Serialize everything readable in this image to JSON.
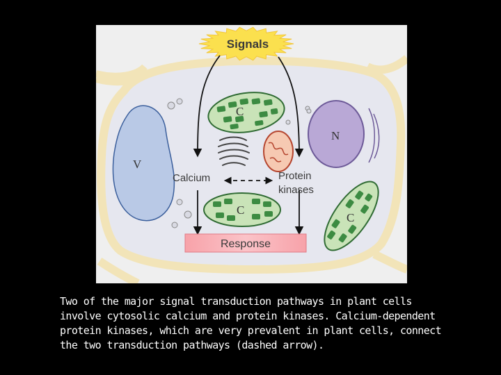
{
  "figure": {
    "signals_label": "Signals",
    "calcium_label": "Calcium",
    "protein_kinases_label_line1": "Protein",
    "protein_kinases_label_line2": "kinases",
    "response_label": "Response",
    "vacuole_label": "V",
    "nucleus_label": "N",
    "chloroplast_label": "C",
    "colors": {
      "cell_wall": "#f2e4b8",
      "cytoplasm": "#e6e7ef",
      "vacuole": "#b9c9e6",
      "nucleus": "#b9a8d6",
      "chloroplast": "#57a85a",
      "mitochondrion": "#f6c9b2",
      "response_box": "#f6aab0",
      "signals_burst": "#fbe04e"
    }
  },
  "caption": "Two of the major signal transduction pathways in plant cells involve cytosolic calcium and protein kinases. Calcium-dependent protein kinases, which are very prevalent in plant cells, connect the two transduction pathways (dashed arrow)."
}
